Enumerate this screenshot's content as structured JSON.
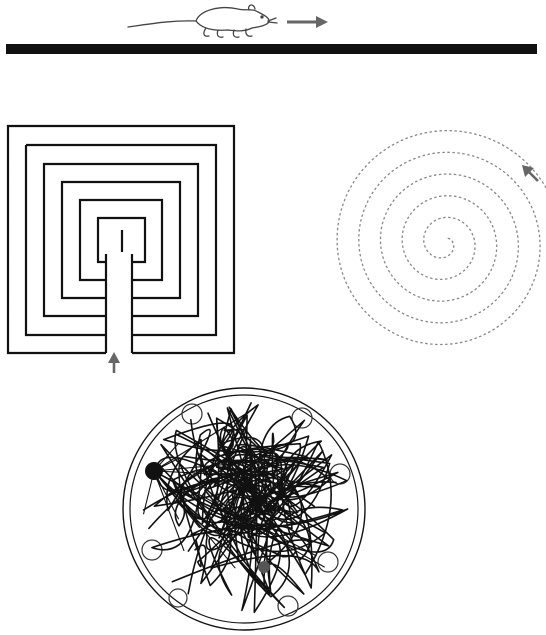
{
  "figure": {
    "caption": "",
    "panels": [
      {
        "id": "linear-track",
        "subject": "mouse",
        "direction": "rightward"
      },
      {
        "id": "square-spiral-maze",
        "entry": "bottom"
      },
      {
        "id": "spiral-trace",
        "style": "dashed",
        "entry": "top-right"
      },
      {
        "id": "open-field-tracks",
        "arena": "circular"
      }
    ],
    "colors": {
      "ink": "#111111",
      "arrow": "#666666",
      "dashed_trace": "#888888",
      "mouse_outline": "#444444"
    }
  }
}
